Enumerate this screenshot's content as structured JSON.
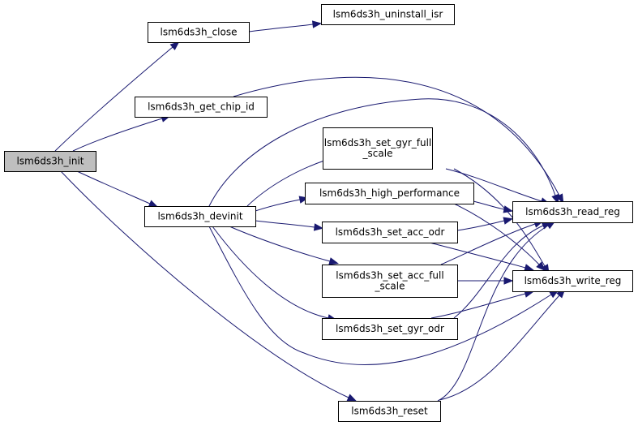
{
  "diagram": {
    "type": "call-graph",
    "edge_color": "#191970",
    "root_fill": "#bfbfbf",
    "nodes": [
      {
        "id": "init",
        "label": [
          "lsm6ds3h_init"
        ],
        "root": true
      },
      {
        "id": "close",
        "label": [
          "lsm6ds3h_close"
        ]
      },
      {
        "id": "uninstall_isr",
        "label": [
          "lsm6ds3h_uninstall_isr"
        ]
      },
      {
        "id": "get_chip_id",
        "label": [
          "lsm6ds3h_get_chip_id"
        ]
      },
      {
        "id": "devinit",
        "label": [
          "lsm6ds3h_devinit"
        ]
      },
      {
        "id": "set_gyr_full_scale",
        "label": [
          "lsm6ds3h_set_gyr_full",
          "_scale"
        ]
      },
      {
        "id": "high_performance",
        "label": [
          "lsm6ds3h_high_performance"
        ]
      },
      {
        "id": "set_acc_odr",
        "label": [
          "lsm6ds3h_set_acc_odr"
        ]
      },
      {
        "id": "set_acc_full_scale",
        "label": [
          "lsm6ds3h_set_acc_full",
          "_scale"
        ]
      },
      {
        "id": "set_gyr_odr",
        "label": [
          "lsm6ds3h_set_gyr_odr"
        ]
      },
      {
        "id": "read_reg",
        "label": [
          "lsm6ds3h_read_reg"
        ]
      },
      {
        "id": "write_reg",
        "label": [
          "lsm6ds3h_write_reg"
        ]
      },
      {
        "id": "reset",
        "label": [
          "lsm6ds3h_reset"
        ]
      }
    ],
    "edges": [
      {
        "from": "init",
        "to": "close"
      },
      {
        "from": "init",
        "to": "get_chip_id"
      },
      {
        "from": "init",
        "to": "devinit"
      },
      {
        "from": "init",
        "to": "reset"
      },
      {
        "from": "close",
        "to": "uninstall_isr"
      },
      {
        "from": "get_chip_id",
        "to": "read_reg"
      },
      {
        "from": "devinit",
        "to": "set_gyr_full_scale"
      },
      {
        "from": "devinit",
        "to": "high_performance"
      },
      {
        "from": "devinit",
        "to": "set_acc_odr"
      },
      {
        "from": "devinit",
        "to": "set_acc_full_scale"
      },
      {
        "from": "devinit",
        "to": "set_gyr_odr"
      },
      {
        "from": "devinit",
        "to": "read_reg"
      },
      {
        "from": "devinit",
        "to": "write_reg"
      },
      {
        "from": "set_gyr_full_scale",
        "to": "read_reg"
      },
      {
        "from": "set_gyr_full_scale",
        "to": "write_reg"
      },
      {
        "from": "high_performance",
        "to": "read_reg"
      },
      {
        "from": "high_performance",
        "to": "write_reg"
      },
      {
        "from": "set_acc_odr",
        "to": "read_reg"
      },
      {
        "from": "set_acc_odr",
        "to": "write_reg"
      },
      {
        "from": "set_acc_full_scale",
        "to": "read_reg"
      },
      {
        "from": "set_acc_full_scale",
        "to": "write_reg"
      },
      {
        "from": "set_gyr_odr",
        "to": "read_reg"
      },
      {
        "from": "set_gyr_odr",
        "to": "write_reg"
      },
      {
        "from": "reset",
        "to": "read_reg"
      },
      {
        "from": "reset",
        "to": "write_reg"
      }
    ]
  }
}
